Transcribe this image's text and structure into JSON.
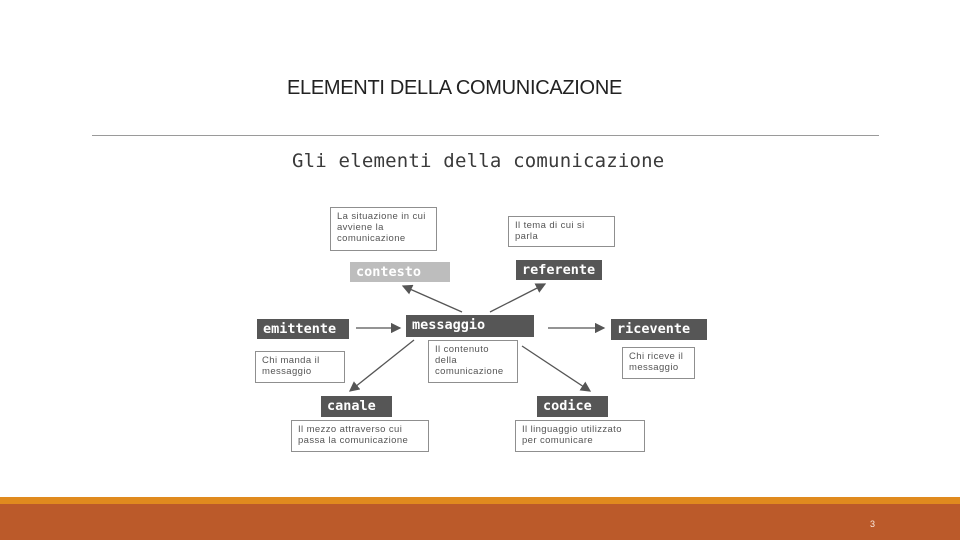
{
  "slide": {
    "title": "ELEMENTI DELLA COMUNICAZIONE",
    "page_number": "3"
  },
  "diagram": {
    "heading": "Gli elementi della comunicazione",
    "nodes": {
      "contesto": {
        "label": "contesto",
        "description": "La situazione in cui avviene la comunicazione"
      },
      "referente": {
        "label": "referente",
        "description": "Il tema di cui si parla"
      },
      "emittente": {
        "label": "emittente",
        "description": "Chi manda il messaggio"
      },
      "messaggio": {
        "label": "messaggio",
        "description": "Il contenuto della comunicazione"
      },
      "ricevente": {
        "label": "ricevente",
        "description": "Chi riceve il messaggio"
      },
      "canale": {
        "label": "canale",
        "description": "Il mezzo attraverso cui passa la comunicazione"
      },
      "codice": {
        "label": "codice",
        "description": "Il linguaggio utilizzato per comunicare"
      }
    }
  },
  "colors": {
    "accent_orange": "#e08a1e",
    "footer_rust": "#bb5a2a",
    "label_dark": "#565656",
    "label_light": "#bdbdbd"
  }
}
